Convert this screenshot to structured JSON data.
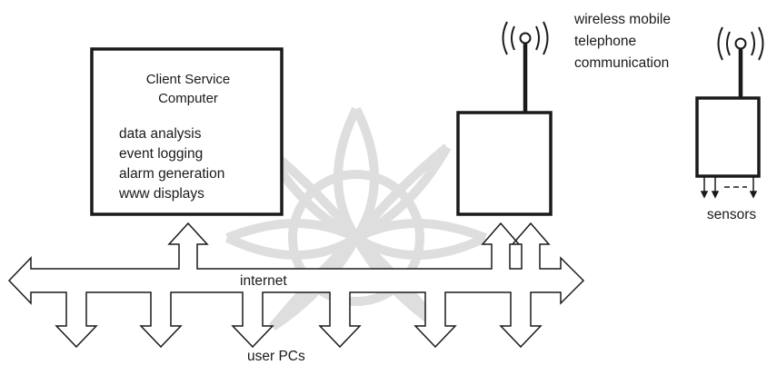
{
  "client_computer": {
    "title_line1": "Client Service",
    "title_line2": "Computer",
    "functions": [
      "data analysis",
      "event logging",
      "alarm generation",
      "www displays"
    ]
  },
  "wireless": {
    "label_lines": [
      "wireless mobile",
      "telephone",
      "communication"
    ]
  },
  "sensor_unit": {
    "label": "sensors"
  },
  "network": {
    "label": "internet",
    "user_label": "user PCs"
  },
  "colors": {
    "stroke": "#1a1a1a",
    "watermark": "#cfcfcf"
  }
}
